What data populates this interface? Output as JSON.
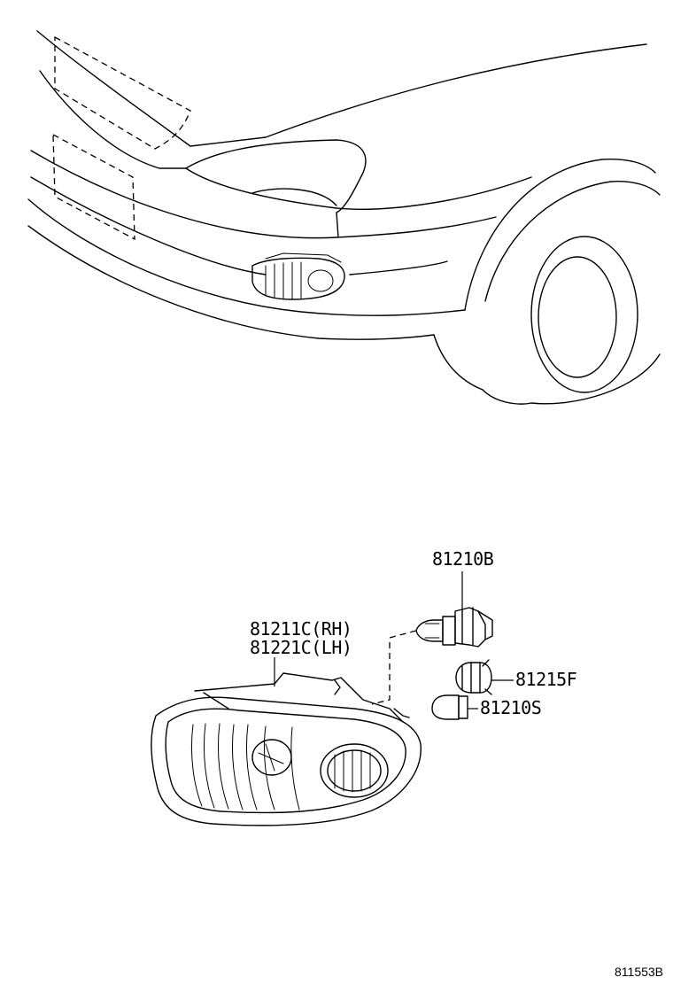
{
  "callouts": {
    "bulb_main": "81210B",
    "lamp_rh": "81211C(RH)",
    "lamp_lh": "81221C(LH)",
    "socket": "81215F",
    "bulb_small": "81210S"
  },
  "figure_id": "811553B"
}
